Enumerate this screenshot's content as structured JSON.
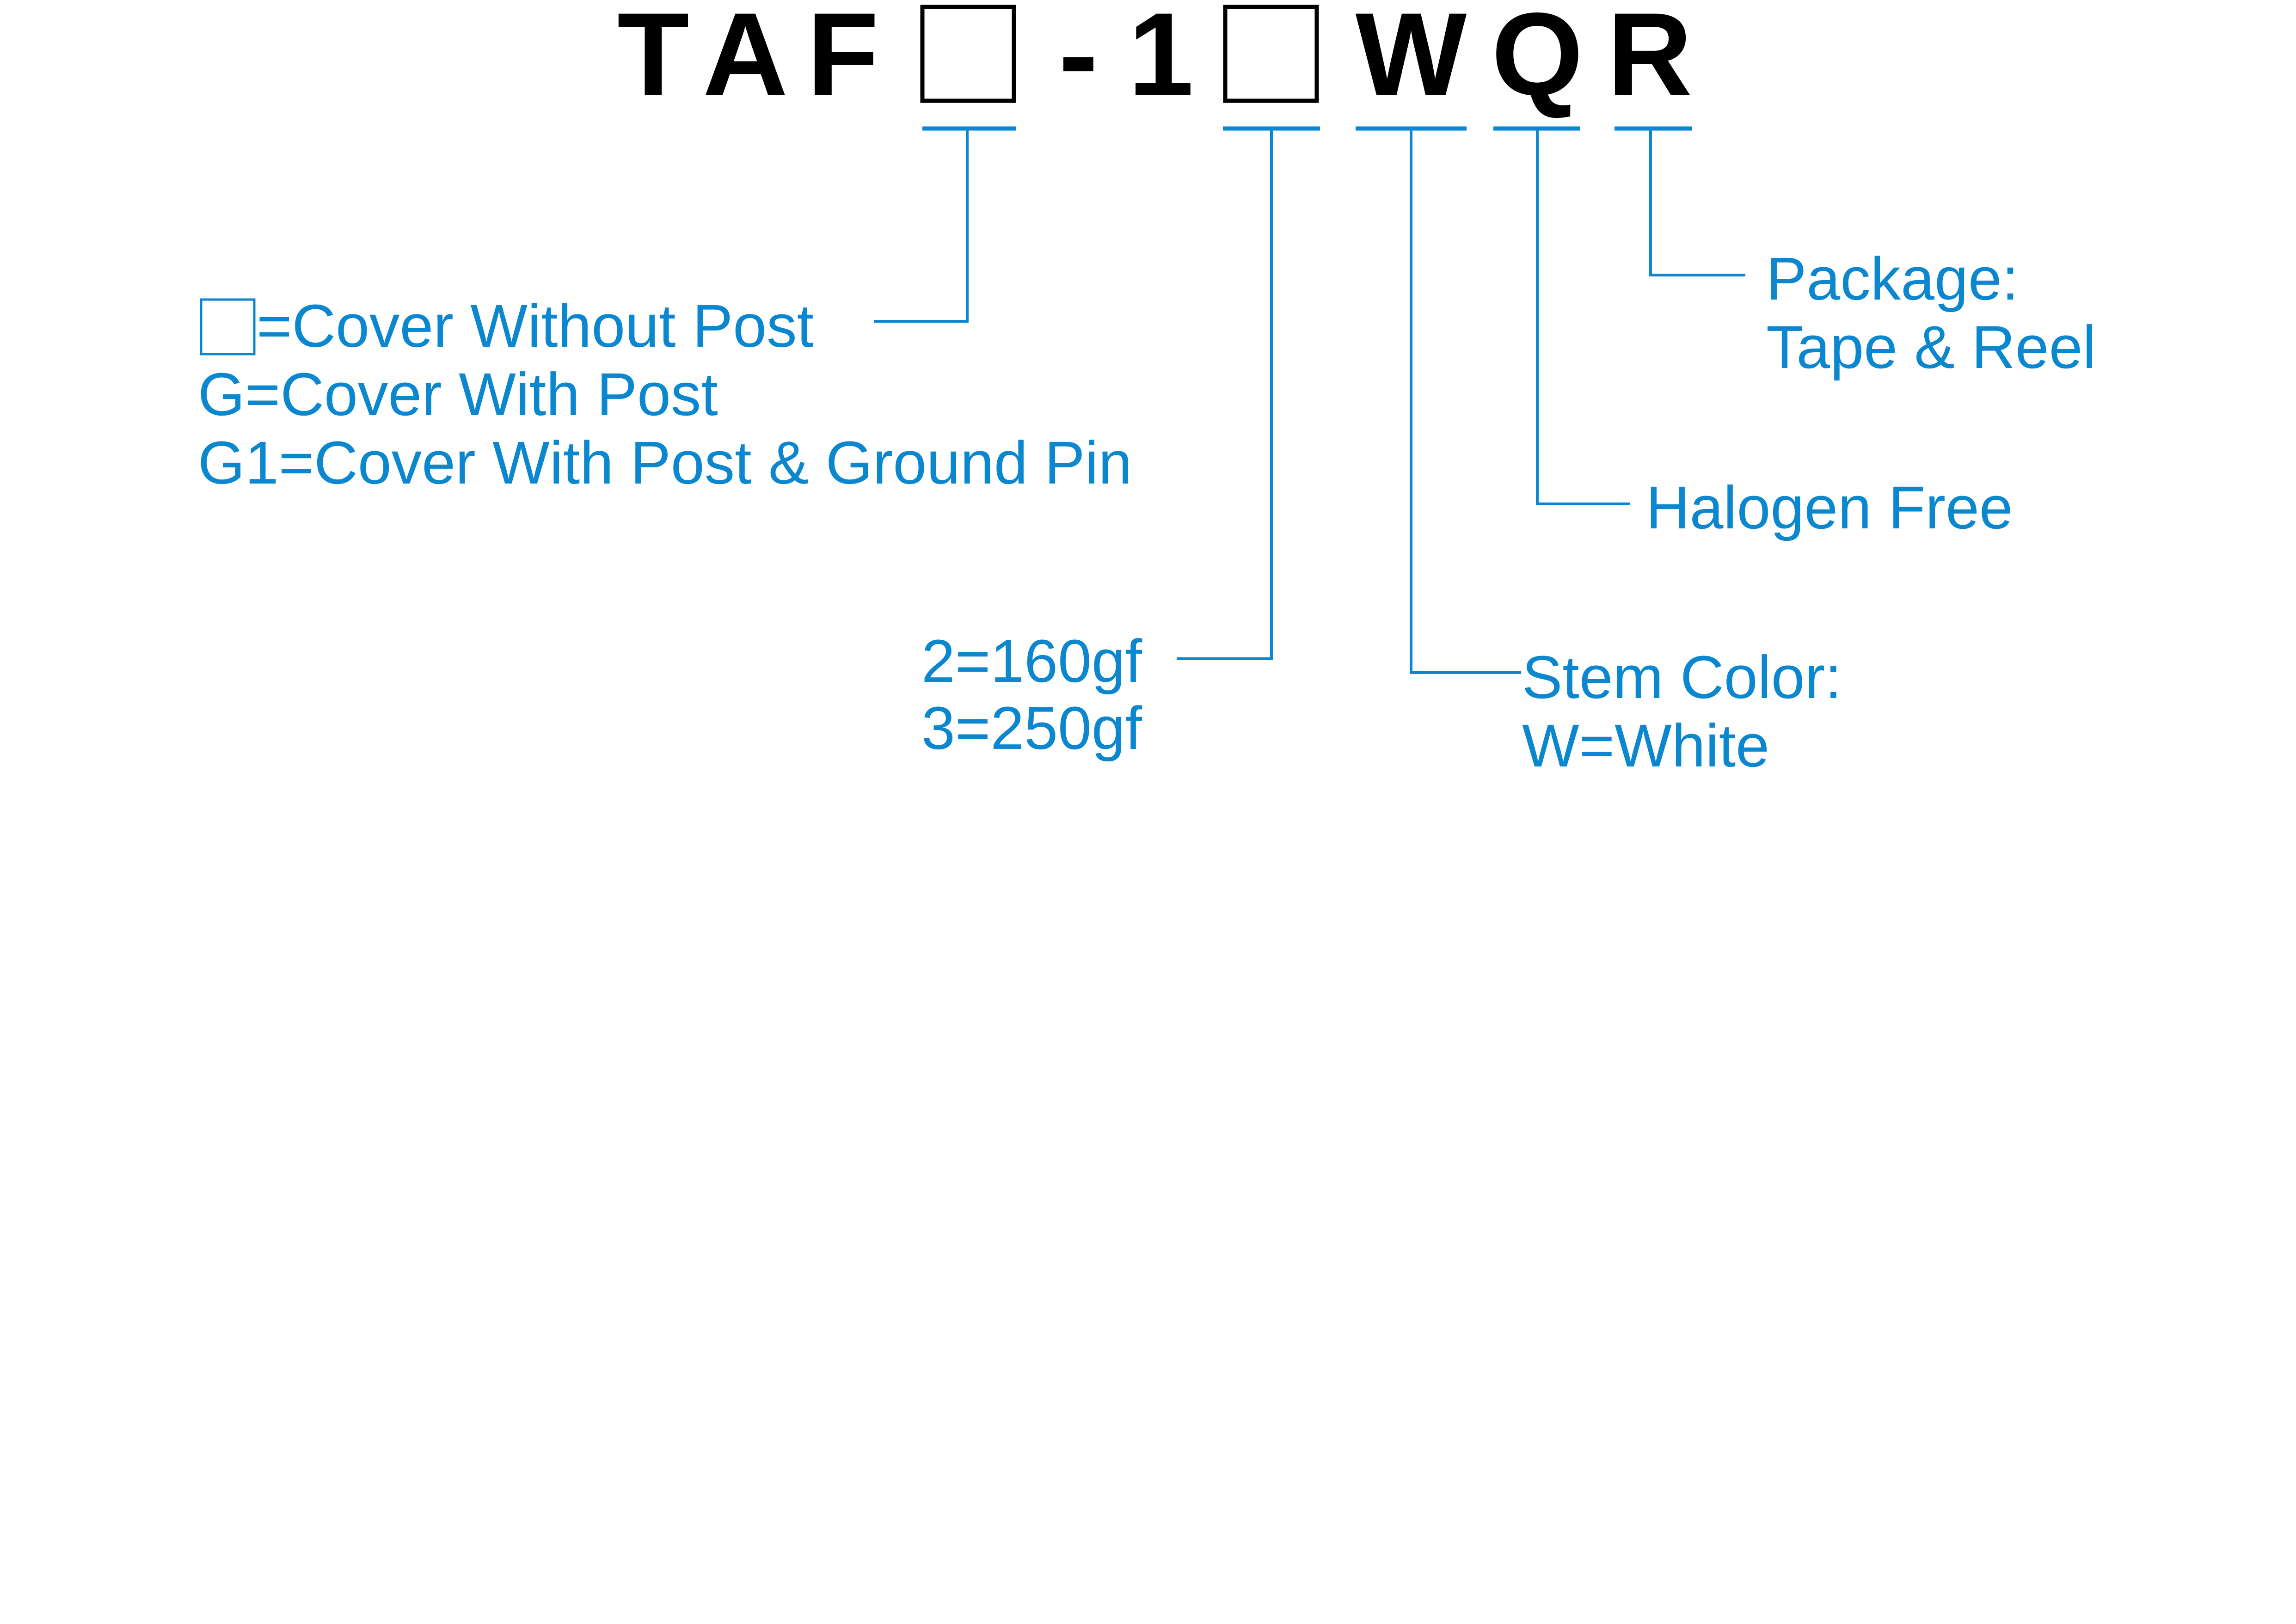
{
  "code": {
    "prefix": "TAF",
    "chars": [
      "T",
      "A",
      "F",
      "-",
      "1",
      "W",
      "Q",
      "R"
    ]
  },
  "cover": {
    "line1": "=Cover Without Post",
    "line2": "G=Cover With Post",
    "line3": "G1=Cover With Post & Ground Pin"
  },
  "force": {
    "line1": "2=160gf",
    "line2": "3=250gf"
  },
  "stem": {
    "line1": "Stem Color:",
    "line2": "W=White"
  },
  "halogen": {
    "line1": "Halogen Free"
  },
  "package": {
    "line1": "Package:",
    "line2": "Tape & Reel"
  },
  "colors": {
    "code_text": "#000000",
    "accent": "#0A87CF",
    "background": "#FFFFFF"
  }
}
